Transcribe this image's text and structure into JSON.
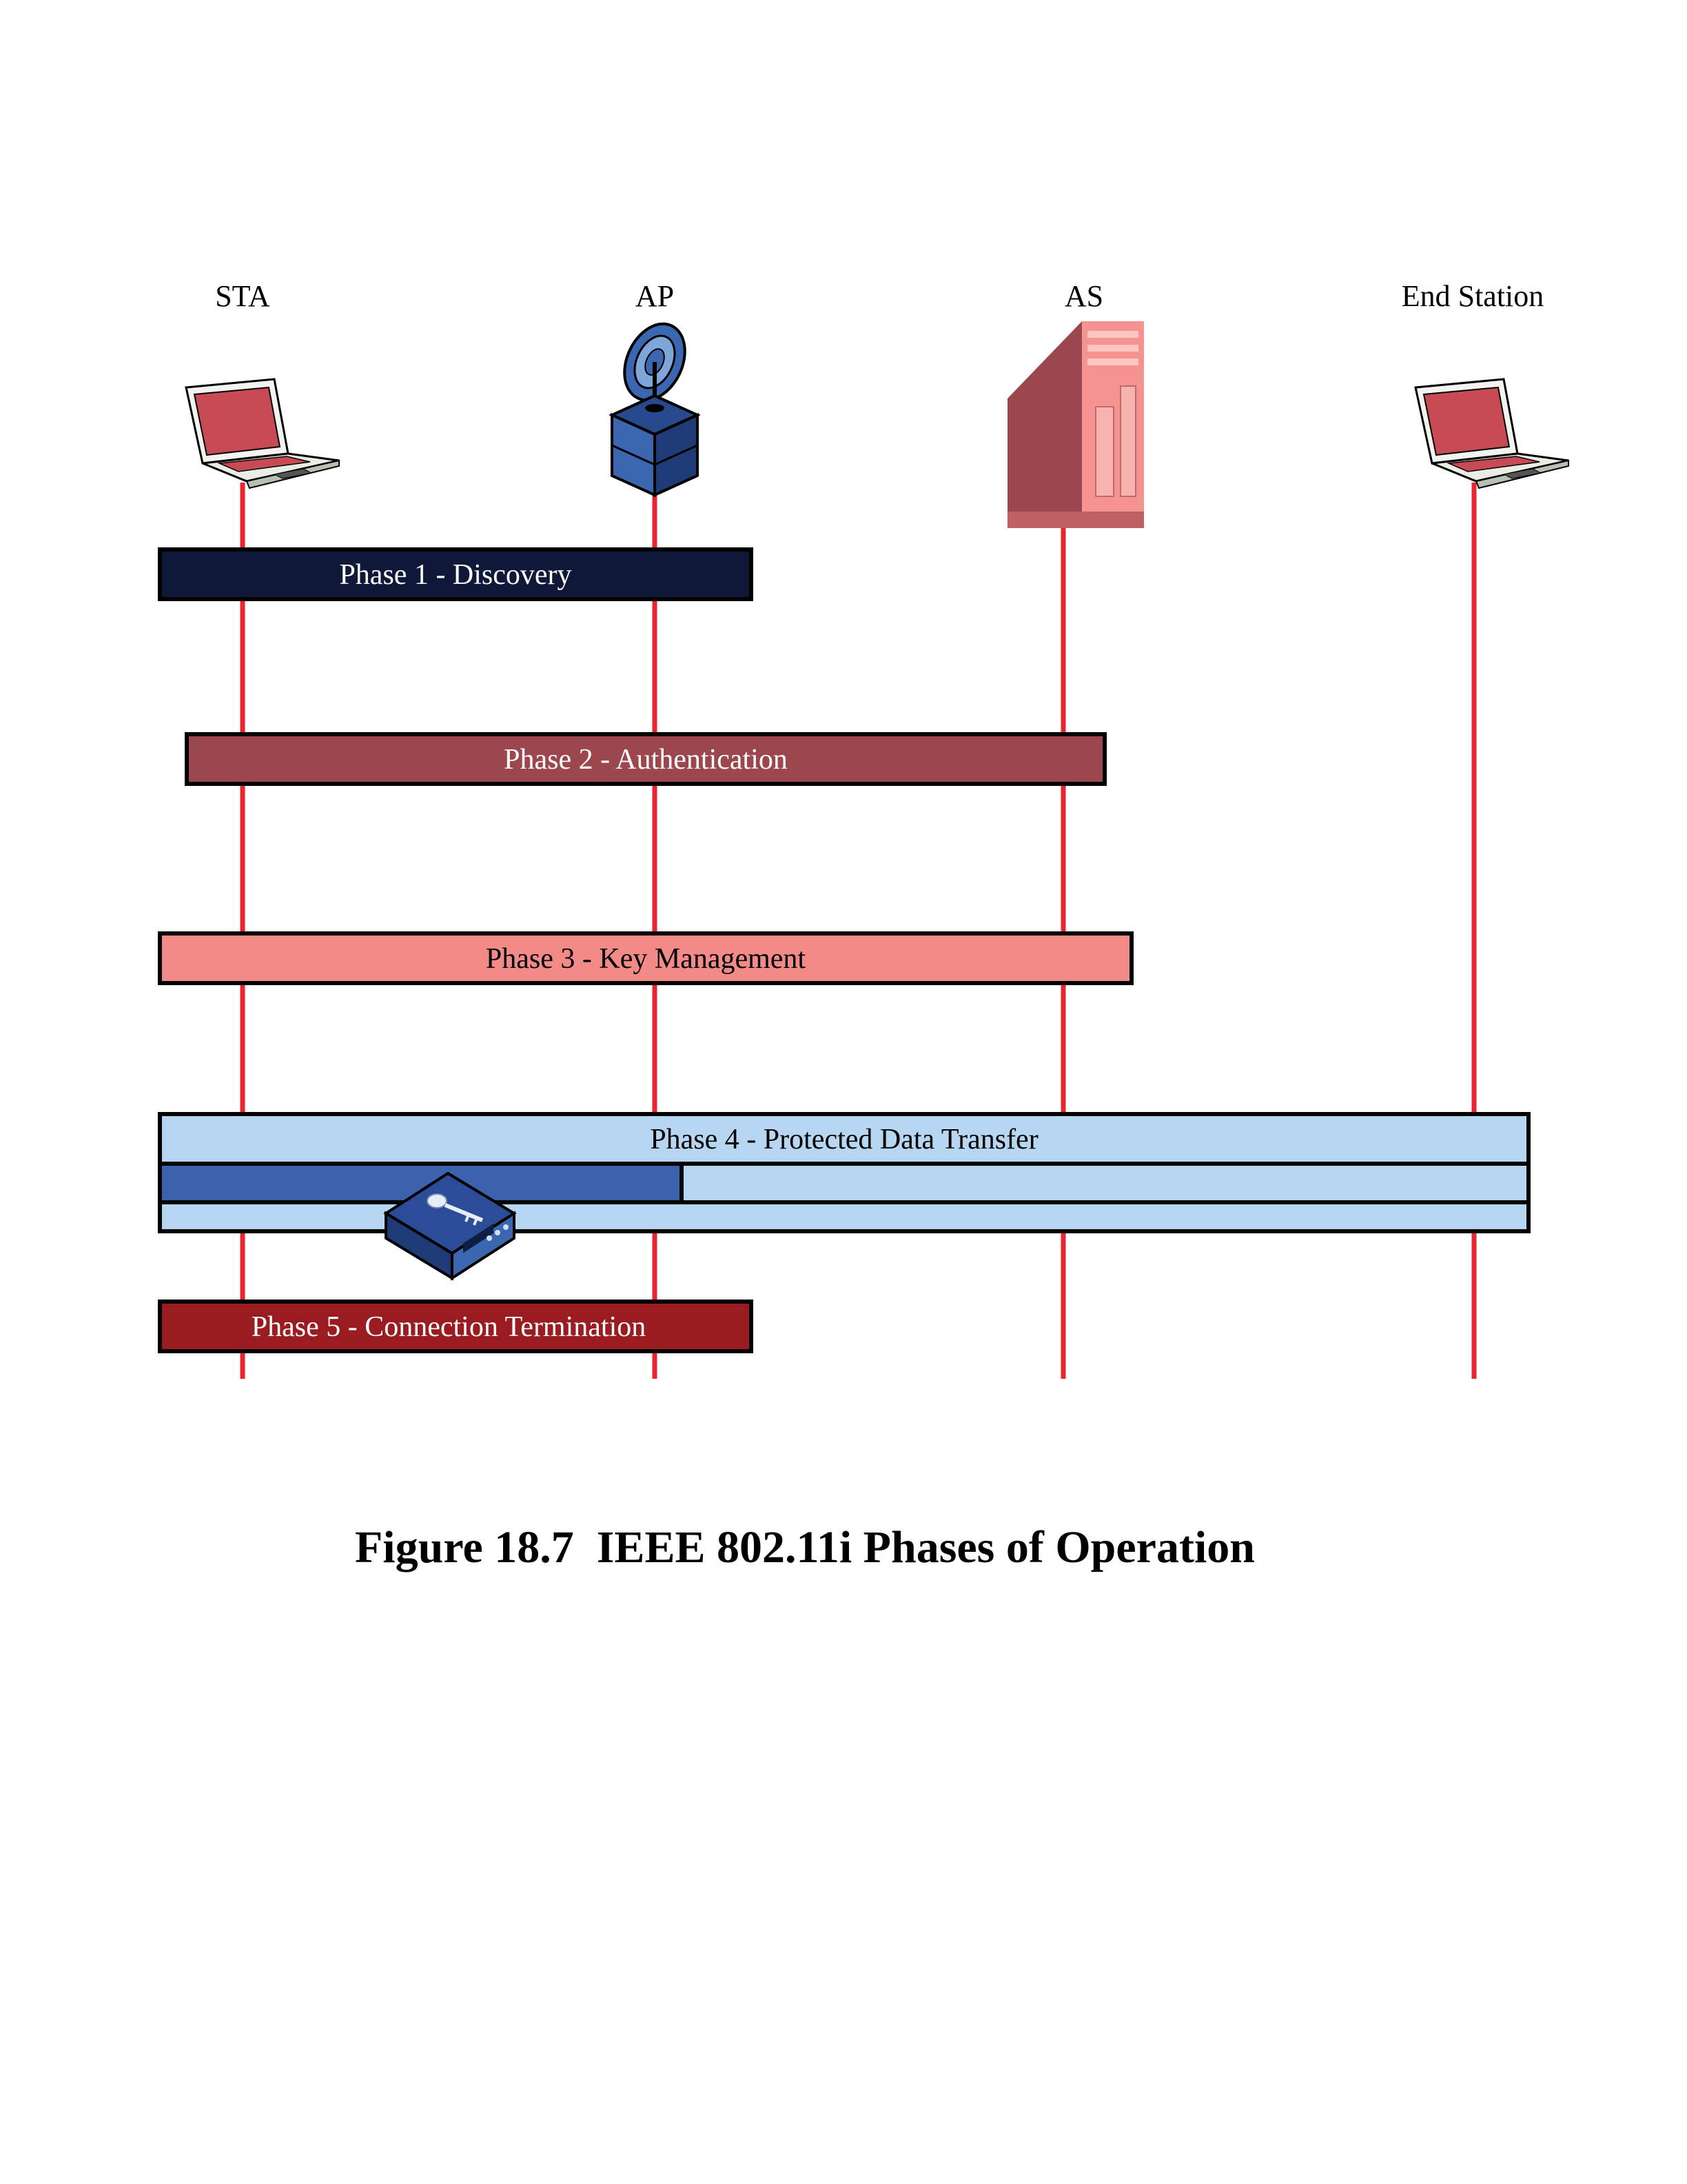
{
  "entities": [
    {
      "id": "sta",
      "label": "STA",
      "icon": "laptop-icon"
    },
    {
      "id": "ap",
      "label": "AP",
      "icon": "access-point-icon"
    },
    {
      "id": "as",
      "label": "AS",
      "icon": "server-icon"
    },
    {
      "id": "end",
      "label": "End Station",
      "icon": "laptop-icon"
    }
  ],
  "phases": [
    {
      "id": "phase1",
      "label": "Phase 1 - Discovery",
      "fill": "#10183a",
      "text_color": "#ffffff"
    },
    {
      "id": "phase2",
      "label": "Phase 2 - Authentication",
      "fill": "#9c464d",
      "text_color": "#ffffff"
    },
    {
      "id": "phase3",
      "label": "Phase 3 - Key Management",
      "fill": "#f28b87",
      "text_color": "#000000"
    },
    {
      "id": "phase4",
      "label": "Phase 4 - Protected Data Transfer",
      "fill": "#b7d6f1",
      "accent": "#3a62ad",
      "text_color": "#000000",
      "icon": "encryption-device-icon"
    },
    {
      "id": "phase5",
      "label": "Phase 5 - Connection Termination",
      "fill": "#9a1c21",
      "text_color": "#ffffff"
    }
  ],
  "colors": {
    "lifeline": "#e8262f",
    "laptop_screen": "#c84a55",
    "laptop_body": "#e9eee4",
    "ap_blue": "#3b66b0",
    "server_side": "#9c464d",
    "server_front": "#f4938f"
  },
  "caption": "Figure 18.7  IEEE 802.11i Phases of Operation"
}
